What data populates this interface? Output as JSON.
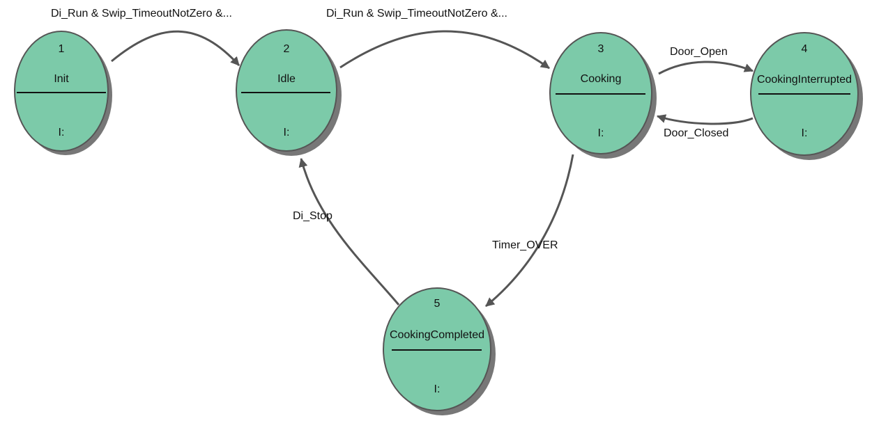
{
  "diagram": {
    "colors": {
      "state_fill": "#7ccaa9",
      "state_stroke": "#555555",
      "shadow": "#777777",
      "arrow": "#555555",
      "text": "#111111"
    },
    "states": [
      {
        "id": "1",
        "number": "1",
        "name": "Init",
        "action": "I:"
      },
      {
        "id": "2",
        "number": "2",
        "name": "Idle",
        "action": "I:"
      },
      {
        "id": "3",
        "number": "3",
        "name": "Cooking",
        "action": "I:"
      },
      {
        "id": "4",
        "number": "4",
        "name": "CookingInterrupted",
        "action": "I:"
      },
      {
        "id": "5",
        "number": "5",
        "name": "CookingCompleted",
        "action": "I:"
      }
    ],
    "transitions": [
      {
        "from": "1",
        "to": "2",
        "label": "Di_Run & Swip_TimeoutNotZero &..."
      },
      {
        "from": "2",
        "to": "3",
        "label": "Di_Run & Swip_TimeoutNotZero &..."
      },
      {
        "from": "3",
        "to": "4",
        "label": "Door_Open"
      },
      {
        "from": "4",
        "to": "3",
        "label": "Door_Closed"
      },
      {
        "from": "3",
        "to": "5",
        "label": "Timer_OVER"
      },
      {
        "from": "5",
        "to": "2",
        "label": "Di_Stop"
      }
    ]
  }
}
